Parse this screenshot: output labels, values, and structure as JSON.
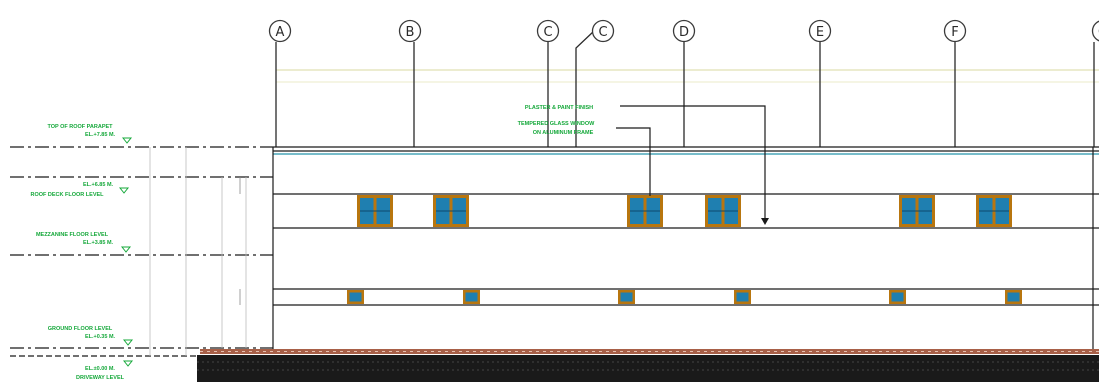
{
  "elevation": {
    "grid_lines": [
      "A",
      "B",
      "C",
      "C",
      "D",
      "E",
      "F",
      "G"
    ],
    "levels": [
      {
        "name": "TOP OF ROOF PARAPET",
        "elevation": "EL.+7.85 M."
      },
      {
        "name": "ROOF DECK FLOOR LEVEL",
        "elevation": "EL.+6.85 M."
      },
      {
        "name": "MEZZANINE FLOOR LEVEL",
        "elevation": "EL.+3.85 M."
      },
      {
        "name": "GROUND FLOOR LEVEL",
        "elevation": "EL.+0.35 M."
      },
      {
        "name": "DRIVEWAY LEVEL",
        "elevation": "EL.±0.00 M."
      }
    ],
    "callouts": [
      "PLASTER & PAINT FINISH",
      "TEMPERED GLASS WINDOW",
      "ON ALUMINUM FRAME"
    ],
    "colors": {
      "annotation": "#15a83a",
      "window_glass": "#1f7fb0",
      "window_frame": "#b8760f",
      "ground": "#1a1a1a",
      "soil_strip": "#a86048",
      "line": "#1a1a1a",
      "bubble": "#3a3a3a"
    }
  }
}
